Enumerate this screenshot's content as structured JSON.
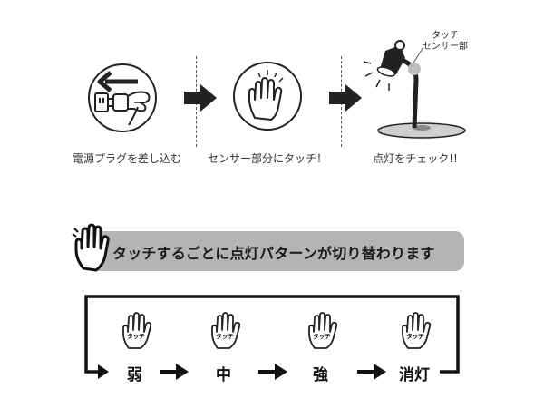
{
  "steps": [
    {
      "label": "電源プラグを差し込む",
      "icon": "plug-icon"
    },
    {
      "label": "センサー部分にタッチ！",
      "icon": "hand-touch-icon"
    },
    {
      "label": "点灯をチェック!!",
      "icon": "desk-lamp-icon"
    }
  ],
  "lamp_callout": [
    "タッチ",
    "センサー部"
  ],
  "banner": {
    "text": "タッチするごとに点灯パターンが切り替わります",
    "icon": "hand-icon"
  },
  "cycle": {
    "touch_tag": "タッチ",
    "levels": [
      "弱",
      "中",
      "強",
      "消灯"
    ]
  }
}
